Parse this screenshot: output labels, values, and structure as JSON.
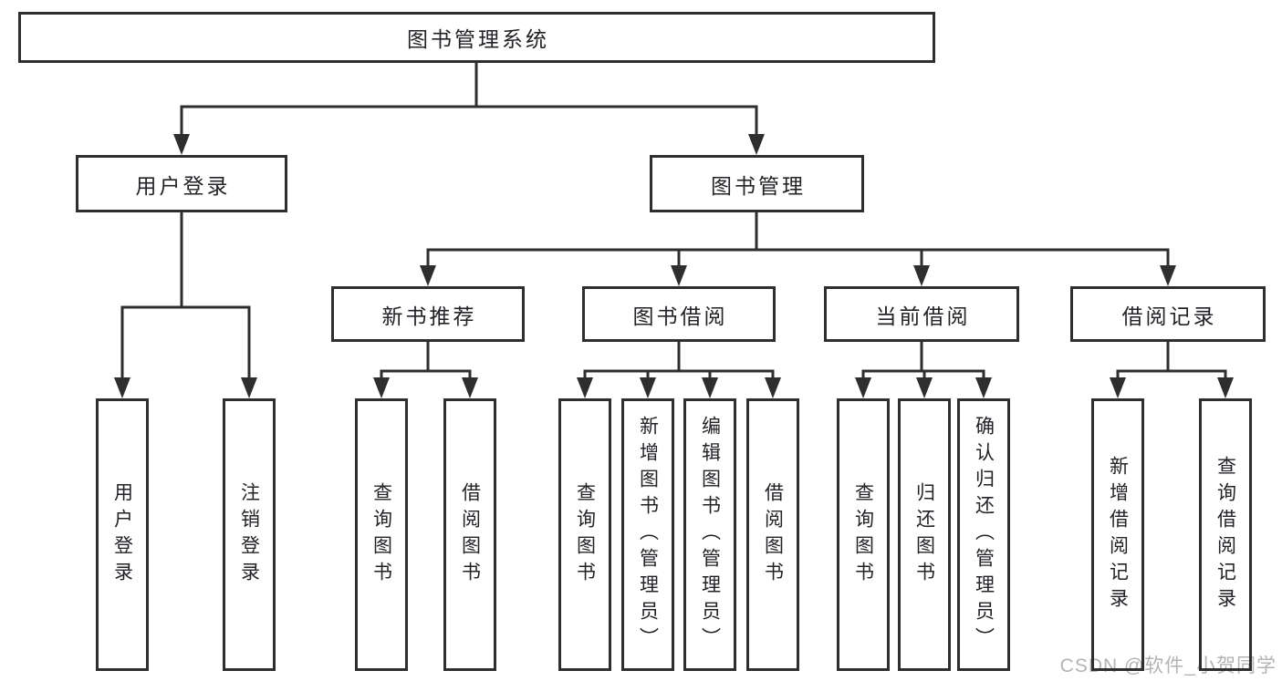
{
  "colors": {
    "line": "#2e2e2e",
    "box_border": "#2e2e2e",
    "text": "#222327",
    "background": "#ffffff",
    "watermark_text": "#b3b3b3"
  },
  "watermark": "CSDN @软件_小贺同学",
  "tree": {
    "root": {
      "label": "图书管理系统"
    },
    "branches": [
      {
        "label": "用户登录",
        "children": [
          {
            "label": "用户登录"
          },
          {
            "label": "注销登录"
          }
        ]
      },
      {
        "label": "图书管理",
        "groups": [
          {
            "label": "新书推荐",
            "children": [
              {
                "label": "查询图书"
              },
              {
                "label": "借阅图书"
              }
            ]
          },
          {
            "label": "图书借阅",
            "children": [
              {
                "label": "查询图书"
              },
              {
                "label": "新增图书（管理员）"
              },
              {
                "label": "编辑图书（管理员）"
              },
              {
                "label": "借阅图书"
              }
            ]
          },
          {
            "label": "当前借阅",
            "children": [
              {
                "label": "查询图书"
              },
              {
                "label": "归还图书"
              },
              {
                "label": "确认归还（管理员）"
              }
            ]
          },
          {
            "label": "借阅记录",
            "children": [
              {
                "label": "新增借阅记录"
              },
              {
                "label": "查询借阅记录"
              }
            ]
          }
        ]
      }
    ]
  }
}
